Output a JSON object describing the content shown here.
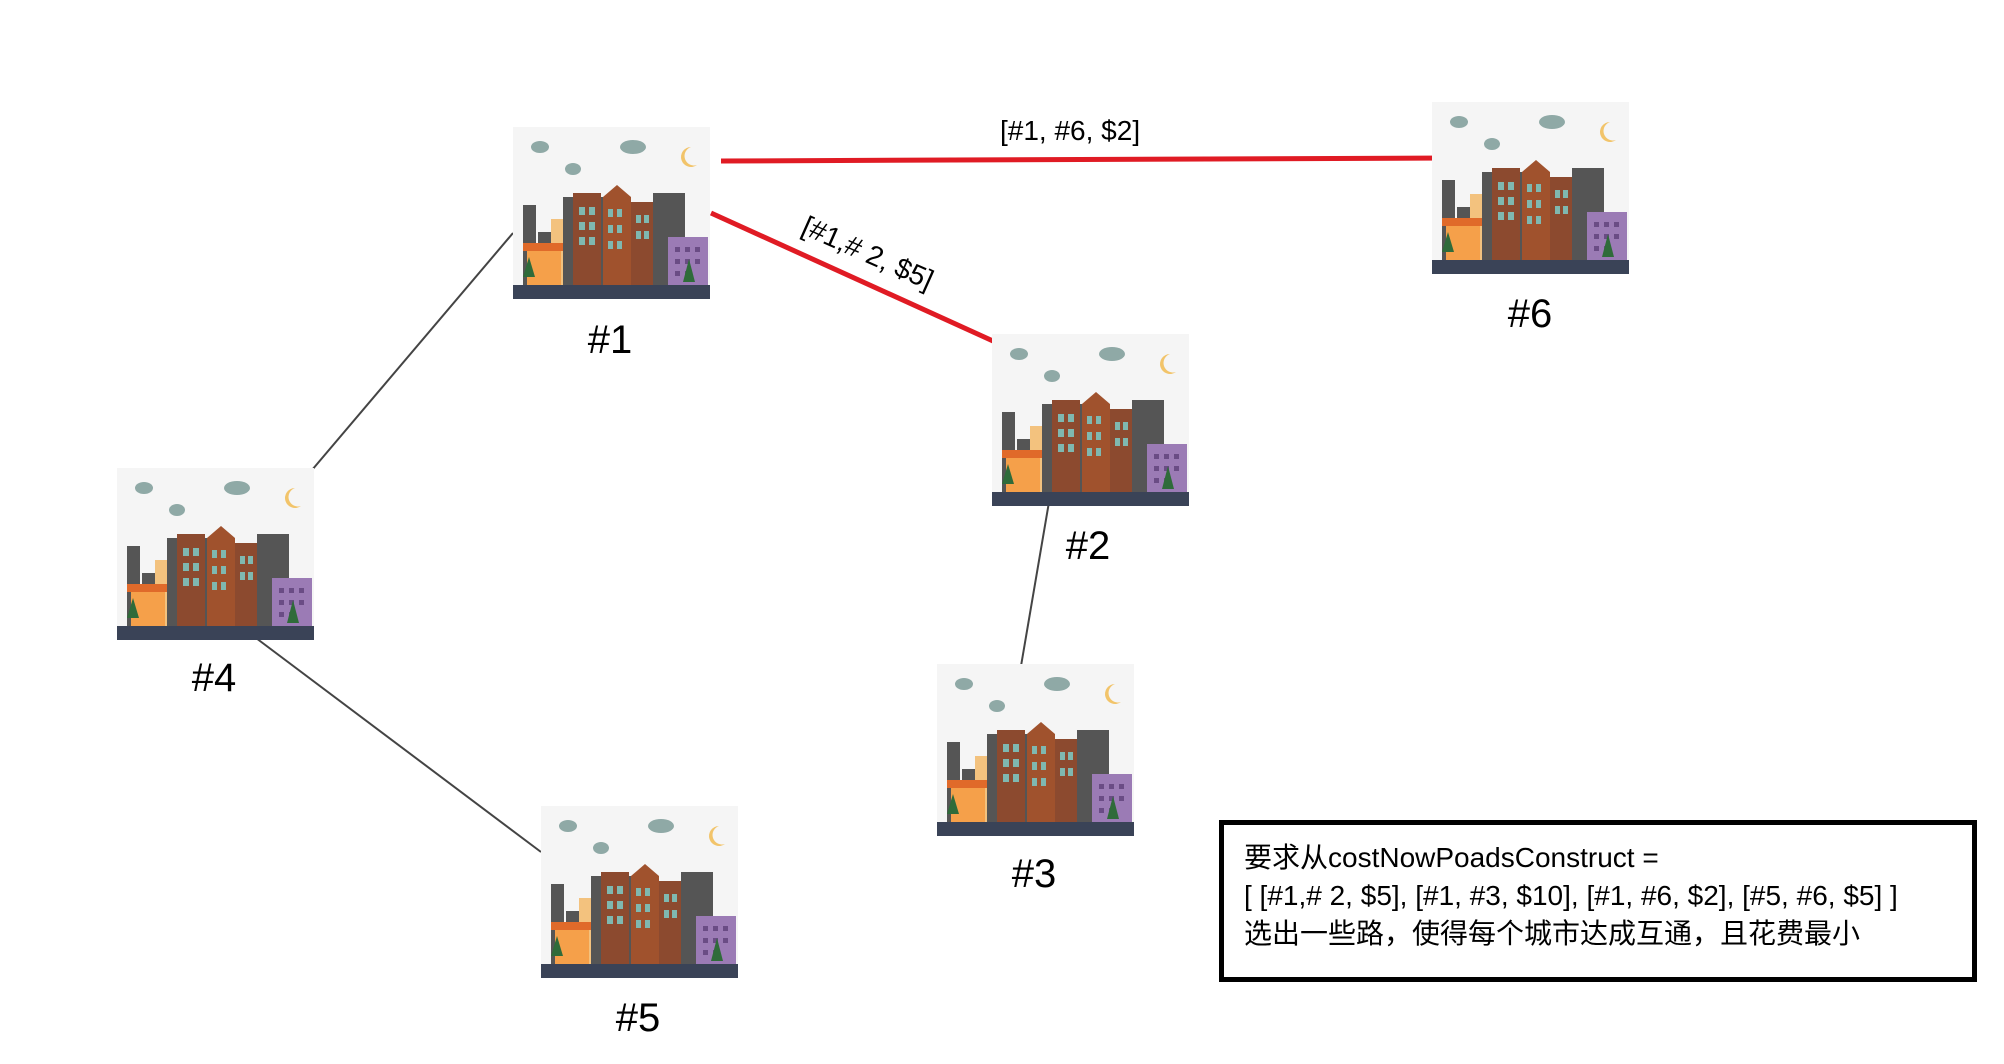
{
  "cities": [
    {
      "id": "city-1",
      "label": "#1"
    },
    {
      "id": "city-2",
      "label": "#2"
    },
    {
      "id": "city-3",
      "label": "#3"
    },
    {
      "id": "city-4",
      "label": "#4"
    },
    {
      "id": "city-5",
      "label": "#5"
    },
    {
      "id": "city-6",
      "label": "#6"
    }
  ],
  "edges": [
    {
      "from": "#1",
      "to": "#6",
      "label": "[#1, #6, $2]",
      "highlighted": true
    },
    {
      "from": "#1",
      "to": "#2",
      "label": "[#1,# 2, $5]",
      "highlighted": true
    },
    {
      "from": "#1",
      "to": "#4",
      "label": "",
      "highlighted": false
    },
    {
      "from": "#4",
      "to": "#5",
      "label": "",
      "highlighted": false
    },
    {
      "from": "#2",
      "to": "#3",
      "label": "",
      "highlighted": false
    }
  ],
  "note": {
    "line1": "要求从costNowPoadsConstruct =",
    "line2": "[ [#1,# 2, $5], [#1, #3, $10], [#1, #6, $2], [#5, #6, $5] ]",
    "line3": "选出一些路，使得每个城市达成互通，且花费最小"
  },
  "colors": {
    "highlight": "#e01b24",
    "normal_edge": "#444444"
  }
}
